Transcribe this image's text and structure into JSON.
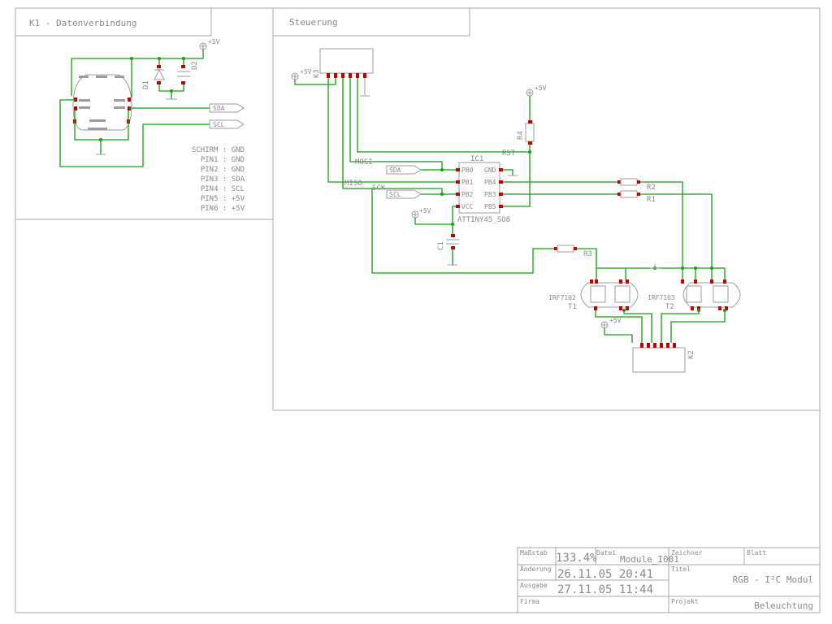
{
  "frames": {
    "k1_title": "K1 - Datenverbindung",
    "steuerung_title": "Steuerung"
  },
  "k1": {
    "vcc": "+5V",
    "d1": "D1",
    "d2": "D2",
    "sda": "SDA",
    "scl": "SCL",
    "pin_table": [
      "SCHIRM : GND",
      "PIN1 : GND",
      "PIN2 : GND",
      "PIN3 : SDA",
      "PIN4 : SCL",
      "PIN5 : +5V",
      "PIN6 : +5V"
    ]
  },
  "steuerung": {
    "k3": "K3",
    "vcc_k3": "+5V",
    "vcc_r4": "+5V",
    "r4": "R4",
    "rst": "RST",
    "mosi": "MOSI",
    "miso": "MISO",
    "sck": "SCK",
    "sda": "SDA",
    "scl": "SCL",
    "ic1": "IC1",
    "ic_pins_left": [
      "PB0",
      "PB1",
      "PB2",
      "VCC"
    ],
    "ic_pins_right": [
      "GND",
      "PB4",
      "PB3",
      "PB5"
    ],
    "ic_name": "ATTINY45_SO8",
    "vcc_c1": "+5V",
    "c1": "C1",
    "r2": "R2",
    "r1": "R1",
    "r3": "R3",
    "t1_type": "IRF7102",
    "t1": "T1",
    "t2_type": "IRF7103",
    "t2": "T2",
    "vcc_k2": "+5V",
    "k2": "K2"
  },
  "title_block": {
    "massstab_label": "Maßstab",
    "massstab_value": "133.4%",
    "datei_label": "Datei",
    "datei_value": "Module_I001",
    "zeichner_label": "Zeichner",
    "blatt_label": "Blatt",
    "aenderung_label": "Änderung",
    "aenderung_value": "26.11.05 20:41",
    "titel_label": "Titel",
    "titel_value": "RGB - I²C Modul",
    "ausgabe_label": "Ausgabe",
    "ausgabe_value": "27.11.05 11:44",
    "firma_label": "Firma",
    "projekt_label": "Projekt",
    "projekt_value": "Beleuchtung"
  }
}
